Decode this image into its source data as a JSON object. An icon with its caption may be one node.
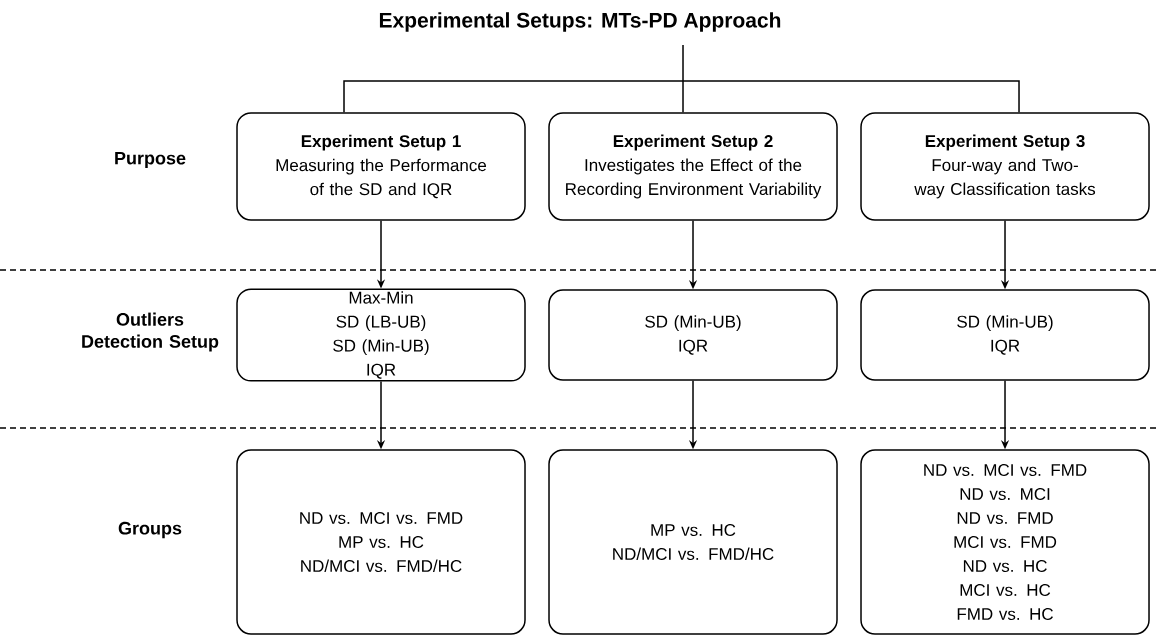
{
  "diagram": {
    "title": "Experimental Setups: MTs-PD Approach",
    "nodes": [
      {
        "text": [
          "Experiment Setup 1",
          "Measuring the Performance of the SD and IQR"
        ]
      },
      {
        "text": [
          "Experiment Setup 2",
          "Investigates the Effect of the Recording Environment Variability"
        ]
      },
      {
        "text": [
          "Experiment Setup 3",
          "Four-way and Two-way Classification tasks"
        ]
      },
      {
        "text": [
          "Max-Min",
          "SD (LB-UB)",
          "SD (Min-UB)",
          "IQR"
        ]
      },
      {
        "text": [
          "SD (Min-UB)",
          "IQR"
        ]
      },
      {
        "text": [
          "SD (Min-UB)",
          "IQR"
        ]
      },
      {
        "text": [
          "ND vs. MCI vs. FMD",
          "MP vs. HC",
          "ND/MCI vs. FMD/HC"
        ]
      },
      {
        "text": [
          "MP vs. HC",
          "ND/MCI vs. FMD/HC"
        ]
      },
      {
        "text": [
          "ND vs. MCI vs. FMD",
          "ND vs. MCI",
          "ND vs. FMD",
          "MCI vs. FMD",
          "ND vs. HC",
          "MCI vs. HC",
          "FMD vs. HC"
        ]
      }
    ],
    "edges": [
      {
        "from": null,
        "to": 1,
        "arrow": "none"
      },
      {
        "from": null,
        "to": 0,
        "arrow": "none"
      },
      {
        "from": null,
        "to": 2,
        "arrow": "none"
      },
      {
        "from": 0,
        "to": 3,
        "arrow": "to"
      },
      {
        "from": 1,
        "to": 4,
        "arrow": "to"
      },
      {
        "from": 2,
        "to": 5,
        "arrow": "to"
      },
      {
        "from": 3,
        "to": 6,
        "arrow": "to"
      },
      {
        "from": 4,
        "to": 7,
        "arrow": "to"
      },
      {
        "from": 5,
        "to": 8,
        "arrow": "to"
      }
    ],
    "labels": [
      "Purpose",
      "Outliers Detection Setup",
      "Groups"
    ]
  }
}
